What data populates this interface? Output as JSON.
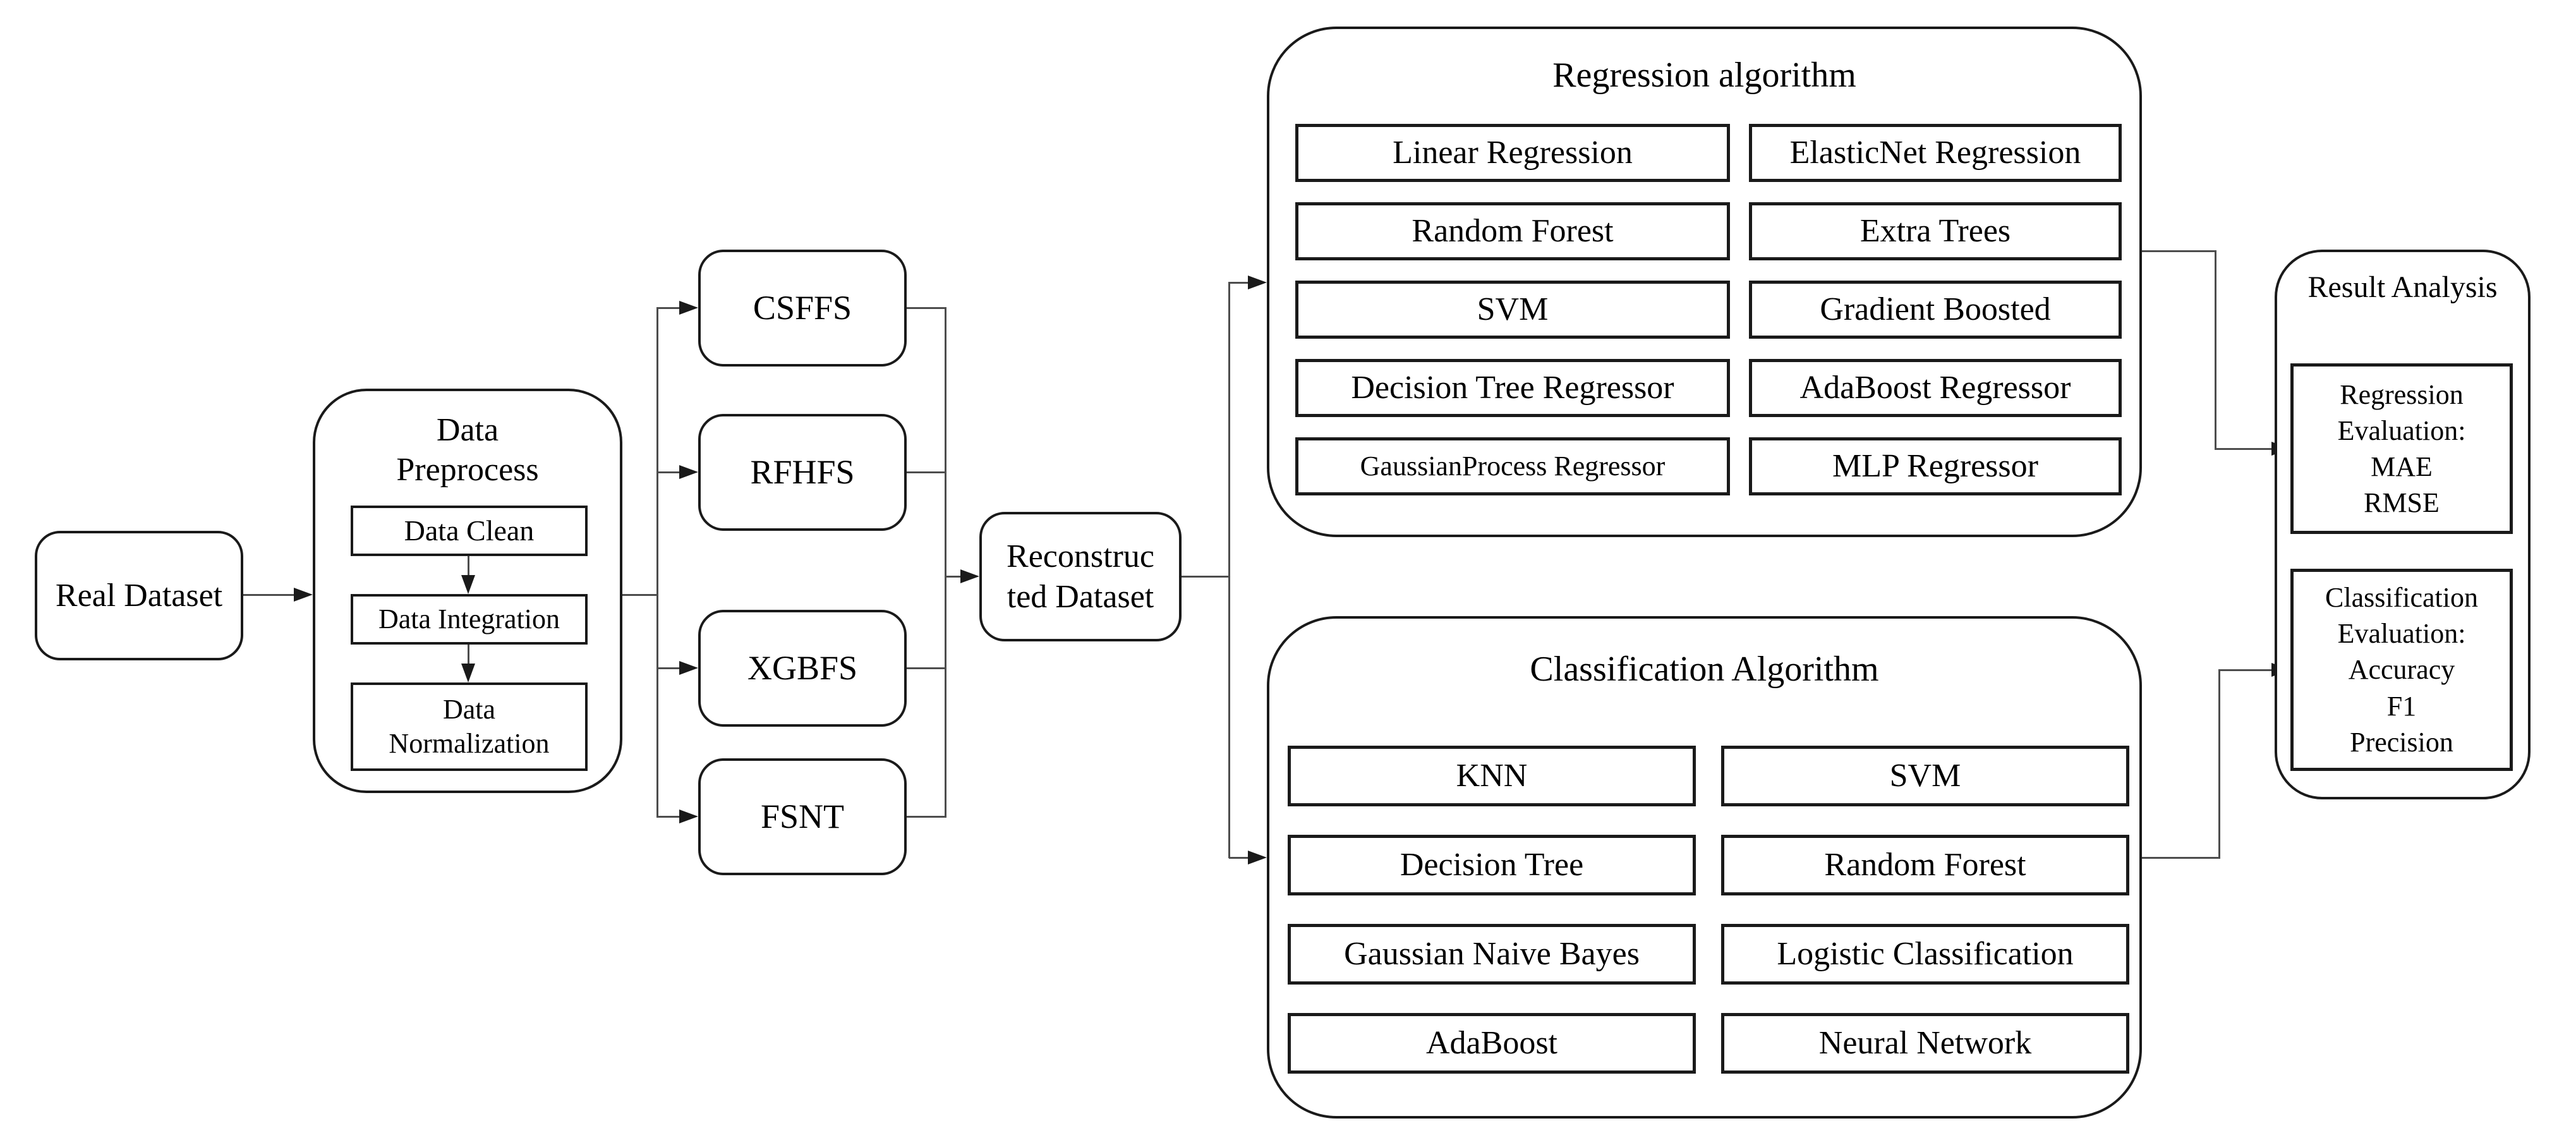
{
  "nodes": {
    "real_dataset": {
      "label": "Real Dataset"
    },
    "preprocess": {
      "title": "Data\nPreprocess",
      "steps": [
        {
          "label": "Data Clean"
        },
        {
          "label": "Data Integration"
        },
        {
          "label": "Data\nNormalization"
        }
      ]
    },
    "feature_selection": [
      {
        "label": "CSFFS"
      },
      {
        "label": "RFHFS"
      },
      {
        "label": "XGBFS"
      },
      {
        "label": "FSNT"
      }
    ],
    "reconstructed_dataset": {
      "label": "Reconstruc\nted Dataset"
    },
    "regression": {
      "title": "Regression algorithm",
      "left": [
        "Linear Regression",
        "Random Forest",
        "SVM",
        "Decision Tree Regressor",
        "GaussianProcess Regressor"
      ],
      "right": [
        "ElasticNet Regression",
        "Extra Trees",
        "Gradient Boosted",
        "AdaBoost Regressor",
        "MLP Regressor"
      ]
    },
    "classification": {
      "title": "Classification Algorithm",
      "left": [
        "KNN",
        "Decision Tree",
        "Gaussian Naive Bayes",
        "AdaBoost"
      ],
      "right": [
        "SVM",
        "Random Forest",
        "Logistic Classification",
        "Neural Network"
      ]
    },
    "result_analysis": {
      "title": "Result Analysis",
      "regression_evaluation": "Regression\nEvaluation:\nMAE\nRMSE",
      "classification_evaluation": "Classification\nEvaluation:\nAccuracy\nF1\nPrecision"
    }
  },
  "colors": {
    "background": "#ffffff",
    "box_border": "#1a1a1a",
    "connector_line": "#4d4d4d",
    "text": "#000000"
  }
}
